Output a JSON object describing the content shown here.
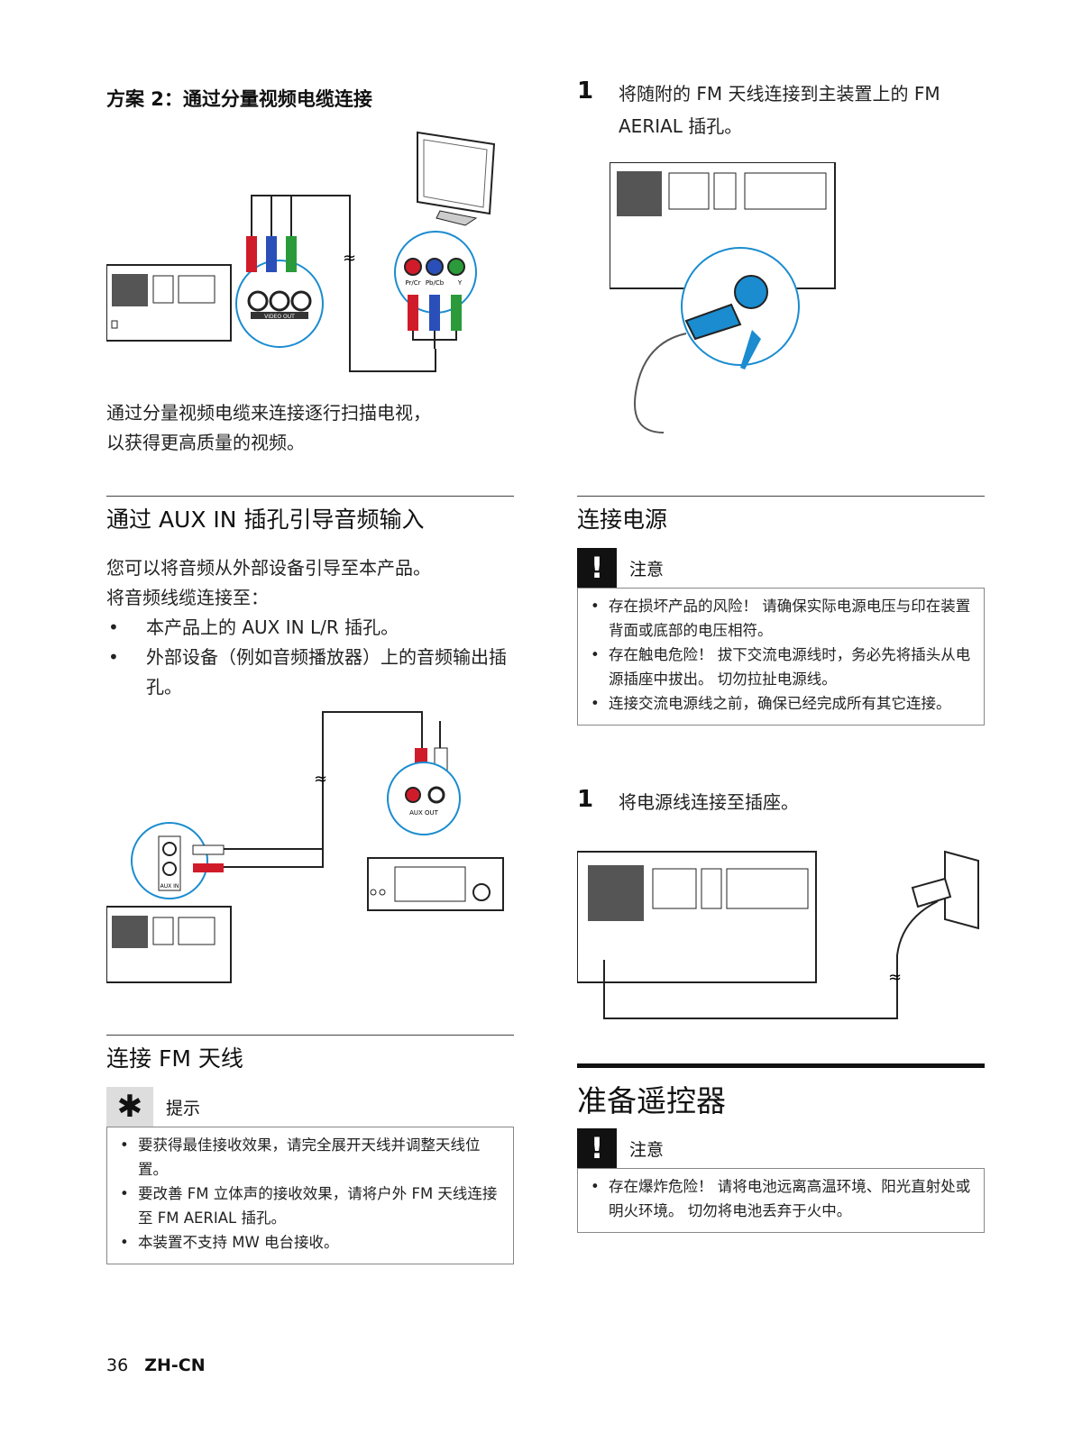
{
  "left": {
    "option_title": "方案 2：通过分量视频电缆连接",
    "fig1_labels": {
      "pr": "Pr/Cr",
      "pb": "Pb/Cb",
      "y": "Y",
      "video_out": "VIDEO OUT"
    },
    "option_desc": [
      "通过分量视频电缆来连接逐行扫描电视，",
      "以获得更高质量的视频。"
    ],
    "aux_heading": "通过 AUX IN 插孔引导音频输入",
    "aux_intro": [
      "您可以将音频从外部设备引导至本产品。",
      "将音频线缆连接至："
    ],
    "aux_bullets": [
      "本产品上的 AUX IN L/R 插孔。",
      "外部设备（例如音频播放器）上的音频输出插孔。"
    ],
    "fig2_labels": {
      "aux_out": "AUX OUT",
      "aux_in": "AUX IN"
    },
    "fm_heading": "连接 FM 天线",
    "tip_label": "提示",
    "tip_bullets": [
      "要获得最佳接收效果，请完全展开天线并调整天线位置。",
      "要改善 FM 立体声的接收效果，请将户外 FM 天线连接至 FM AERIAL 插孔。",
      "本装置不支持 MW 电台接收。"
    ]
  },
  "right": {
    "fm_step_num": "1",
    "fm_step_text": "将随附的 FM 天线连接到主装置上的 FM AERIAL 插孔。",
    "power_heading": "连接电源",
    "caution_label": "注意",
    "power_cautions": [
      "存在损坏产品的风险！ 请确保实际电源电压与印在装置背面或底部的电压相符。",
      "存在触电危险！ 拔下交流电源线时，务必先将插头从电源插座中拔出。 切勿拉扯电源线。",
      "连接交流电源线之前，确保已经完成所有其它连接。"
    ],
    "power_step_num": "1",
    "power_step_text": "将电源线连接至插座。",
    "remote_heading": "准备遥控器",
    "remote_caution_label": "注意",
    "remote_cautions": [
      "存在爆炸危险！ 请将电池远离高温环境、阳光直射处或明火环境。 切勿将电池丢弃于火中。"
    ]
  },
  "footer": {
    "page": "36",
    "lang": "ZH-CN"
  },
  "colors": {
    "accent_blue": "#1a8ccf",
    "red": "#d01c2a",
    "green": "#2a9a3a",
    "blue": "#2a4fb8"
  }
}
